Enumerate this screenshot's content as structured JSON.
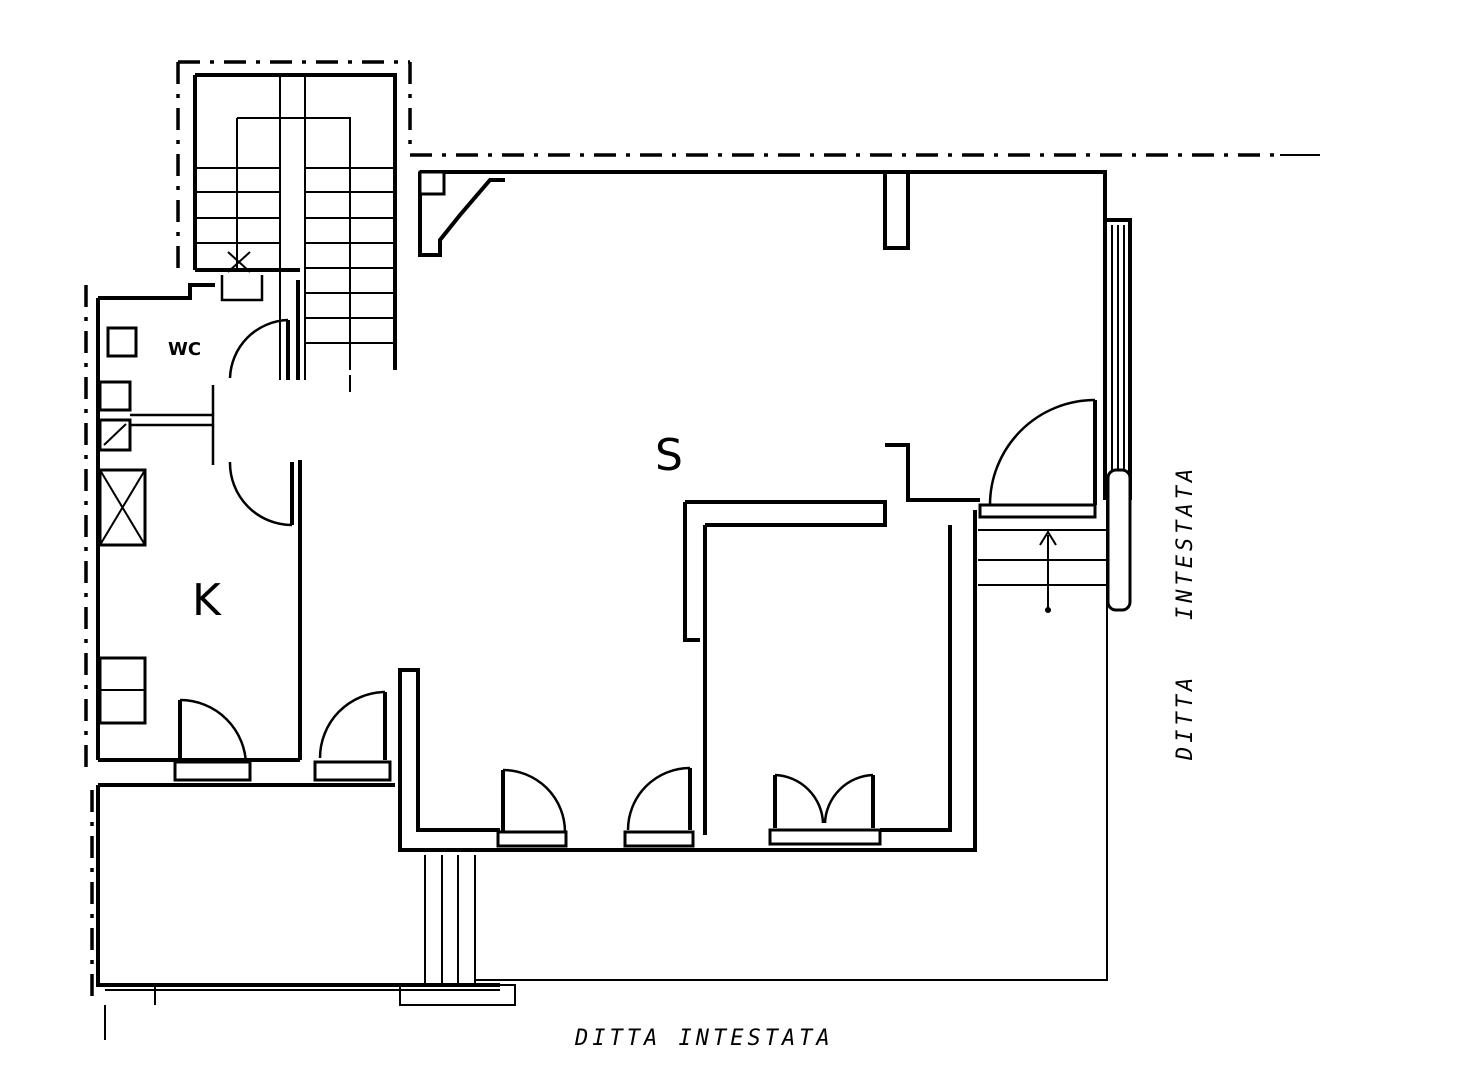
{
  "rooms": {
    "living": "S",
    "kitchen": "K",
    "wc": "WC"
  },
  "notes": {
    "bottom": "DITTA INTESTATA",
    "right_upper": "INTESTATA",
    "right_lower": "DITTA"
  }
}
